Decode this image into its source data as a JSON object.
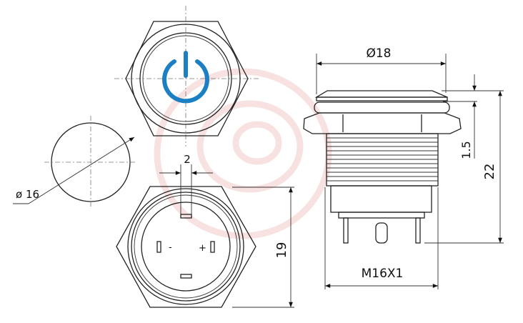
{
  "colors": {
    "line": "#222222",
    "power_icon": "#1b7fc4",
    "watermark": "#f3c9c9"
  },
  "icons": [
    "power-symbol-icon"
  ],
  "top_view": {},
  "panel_cutout": {
    "diameter_label": "ø 16"
  },
  "rear_view": {
    "pin_width_label": "2",
    "height_label": "19",
    "minus_label": "-",
    "plus_label": "+"
  },
  "side_view": {
    "diameter_label": "Ø18",
    "head_height_label": "1.5",
    "total_height_label": "22",
    "thread_label": "M16X1"
  }
}
